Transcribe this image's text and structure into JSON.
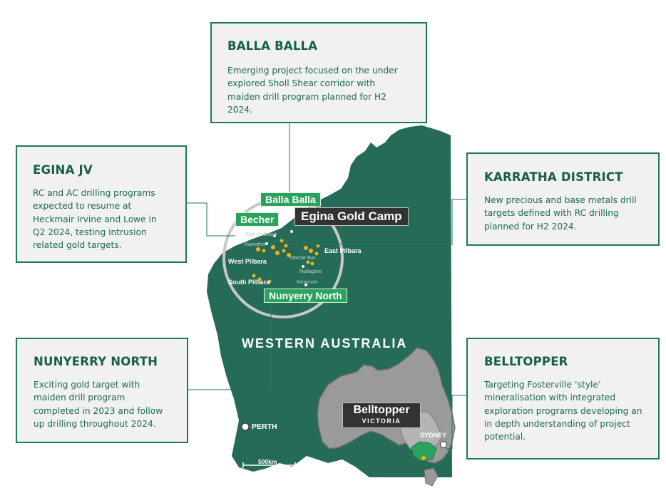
{
  "boxes": {
    "balla": {
      "title": "BALLA BALLA",
      "text": "Emerging project focused on the under explored Sholl Shear corridor with maiden drill program planned for H2 2024."
    },
    "egina": {
      "title": "EGINA JV",
      "text": "RC and AC drilling programs expected to resume at Heckmair Irvine and Lowe in Q2 2024, testing intrusion related gold targets."
    },
    "karratha": {
      "title": "KARRATHA DISTRICT",
      "text": "New precious and base metals drill targets defined with RC drilling planned for H2 2024."
    },
    "nunyerry": {
      "title": "NUNYERRY NORTH",
      "text": "Exciting gold target with maiden drill program completed in 2023 and follow up drilling throughout 2024."
    },
    "belltopper": {
      "title": "BELLTOPPER",
      "text": "Targeting Fosterville ‘style’ mineralisation with integrated exploration programs developing an in depth understanding of project potential."
    }
  },
  "map": {
    "state_label": "WESTERN AUSTRALIA",
    "callouts": {
      "balla": "Balla Balla",
      "becher": "Becher",
      "egina": "Egina Gold Camp",
      "nunyerry": "Nunyerry North",
      "belltopper": "Belltopper",
      "victoria": "VICTORIA"
    },
    "places": {
      "port_hedland": "Port Hedland",
      "karratha": "Karratha",
      "east_pilbara": "East Pilbara",
      "marble_bar": "Marble Bar",
      "west_pilbara": "West Pilbara",
      "nullagine": "Nullagine",
      "newman": "Newman",
      "south_pilbara": "South Pilbara",
      "perth": "PERTH",
      "sydney": "SYDNEY"
    },
    "scale": "500km"
  },
  "colors": {
    "map_green": "#266b57",
    "box_border": "#1c7a58",
    "title": "#175f43",
    "label_green": "#2ca35c",
    "aus_grey": "#9a9a9a"
  }
}
